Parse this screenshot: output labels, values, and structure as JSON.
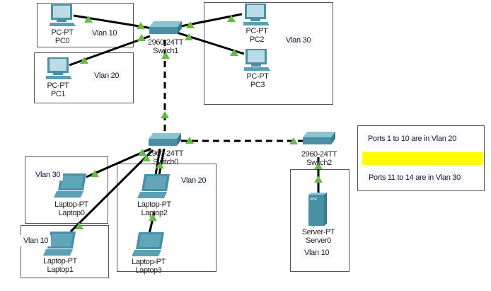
{
  "devices": {
    "pc0": {
      "model": "PC-PT",
      "name": "PC0"
    },
    "pc1": {
      "model": "PC-PT",
      "name": "PC1"
    },
    "pc2": {
      "model": "PC-PT",
      "name": "PC2"
    },
    "pc3": {
      "model": "PC-PT",
      "name": "PC3"
    },
    "switch1": {
      "model": "2960-24TT",
      "name": "Switch1"
    },
    "switch0": {
      "model": "2960-24TT",
      "name": "Switch0"
    },
    "switch2": {
      "model": "2960-24TT",
      "name": "Switch2"
    },
    "laptop0": {
      "model": "Laptop-PT",
      "name": "Laptop0"
    },
    "laptop1": {
      "model": "Laptop-PT",
      "name": "Laptop1"
    },
    "laptop2": {
      "model": "Laptop-PT",
      "name": "Laptop2"
    },
    "laptop3": {
      "model": "Laptop-PT",
      "name": "Laptop3"
    },
    "server0": {
      "model": "Server-PT",
      "name": "Server0"
    }
  },
  "vlans": {
    "pc0_area": "Vlan 10",
    "pc1_area": "Vlan 20",
    "pc23_area": "Vlan 30",
    "laptop0_area": "Vlan 30",
    "laptop1_area": "Vlan 10",
    "laptop23_area": "Vlan 20",
    "server_area": "Vlan 10"
  },
  "note": {
    "line1": "Ports 1 to 10 are in Vlan 20",
    "line2": "Ports 11 to 14 are in Vlan 30",
    "highlight_color": "#ffff00"
  },
  "colors": {
    "link_up": "#66bb44",
    "device": "#4a90a4"
  }
}
